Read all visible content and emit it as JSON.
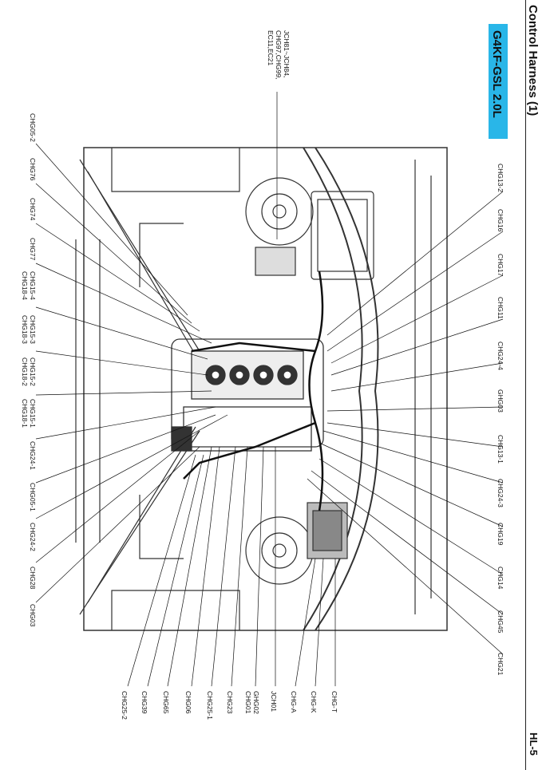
{
  "header": {
    "title": "Control Harness (1)",
    "page": "HL-5"
  },
  "badge": {
    "text": "G4KF-GSL 2.0L"
  },
  "connectors": {
    "left": [
      "CHG05-2",
      "CHG76",
      "CHG74",
      "CHG77",
      "CHG18-4",
      "CHG15-4",
      "CHG18-3",
      "CHG15-3",
      "CHG18-2",
      "CHG15-2",
      "CHG18-1",
      "CHG15-1",
      "CHG24-1",
      "CHG05-1",
      "CHG24-2",
      "CHG28",
      "CHG03"
    ],
    "right": [
      "CHG13-2",
      "CHG16",
      "CHG17",
      "CHG11",
      "CHG24-4",
      "GHG03",
      "CHG13-1",
      "CHG24-3",
      "CHG19",
      "CHG14",
      "CHG45",
      "CHG21"
    ],
    "bottom": [
      "CHG25-2",
      "CHG39",
      "CHG65",
      "CHG06",
      "CHG25-1",
      "CHG23",
      "CHG01",
      "GHG02",
      "JCH01",
      "CHG-A",
      "CHG-K",
      "CHG-T"
    ],
    "top": [
      "JCH81~JCH84,",
      "CHG97,CHG99,",
      "EC11,EC21"
    ]
  }
}
